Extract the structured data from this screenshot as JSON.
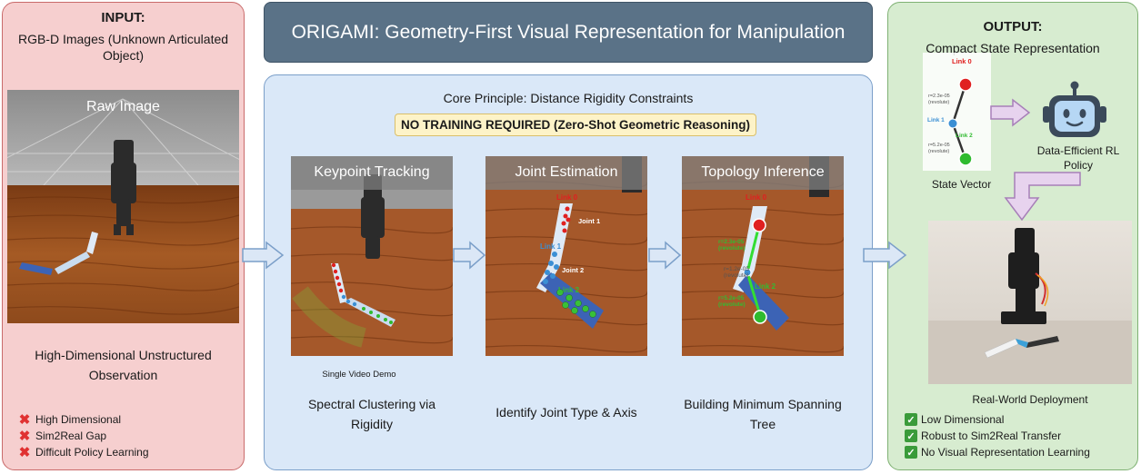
{
  "title": "ORIGAMI: Geometry-First Visual Representation for Manipulation",
  "input": {
    "heading": "INPUT:",
    "subheading": "RGB-D Images (Unknown Articulated Object)",
    "image_caption": "Raw Image",
    "description": "High-Dimensional Unstructured Observation",
    "drawbacks": [
      "High Dimensional",
      "Sim2Real Gap",
      "Difficult Policy Learning"
    ]
  },
  "core": {
    "principle": "Core Principle: Distance Rigidity Constraints",
    "banner": "NO TRAINING REQUIRED (Zero-Shot Geometric Reasoning)",
    "steps": [
      {
        "caption": "Keypoint Tracking",
        "note": "Single Video Demo",
        "description": "Spectral Clustering via Rigidity"
      },
      {
        "caption": "Joint Estimation",
        "description": "Identify Joint Type & Axis"
      },
      {
        "caption": "Topology Inference",
        "description": "Building Minimum Spanning Tree"
      }
    ],
    "overlay_labels": {
      "link0": "Link 0",
      "link1": "Link 1",
      "link2": "Link 2",
      "joint1": "Joint 1",
      "joint2": "Joint 2",
      "r1": "r=2.3e-05",
      "r2": "r=1.2e-05",
      "r3": "r=5.2e-05",
      "revolute": "(revolute)"
    }
  },
  "output": {
    "heading": "OUTPUT:",
    "subheading": "Compact State Representation",
    "state_vector_label": "State Vector",
    "policy_label": "Data-Efficient RL Policy",
    "deployment_label": "Real-World Deployment",
    "benefits": [
      "Low Dimensional",
      "Robust to Sim2Real Transfer",
      "No Visual Representation Learning"
    ],
    "graph_labels": {
      "link0": "Link 0",
      "link1": "Link 1",
      "link2": "Link 2",
      "r1": "r=2.3e-05",
      "r3": "r=5.2e-05",
      "revolute": "(revolute)"
    }
  },
  "colors": {
    "input_bg": "#f6cfcf",
    "output_bg": "#d7ecd0",
    "core_bg": "#dae8f8",
    "title_bg": "#5a7287",
    "banner_bg": "#fdf3c8",
    "arrow_fill": "#dbe7f6",
    "arrow_stroke": "#7b9fc9",
    "big_arrow_fill": "#e7d3ee"
  },
  "icons": [
    "cross-mark-icon",
    "check-mark-icon",
    "robot-icon",
    "arrow-right-icon"
  ]
}
